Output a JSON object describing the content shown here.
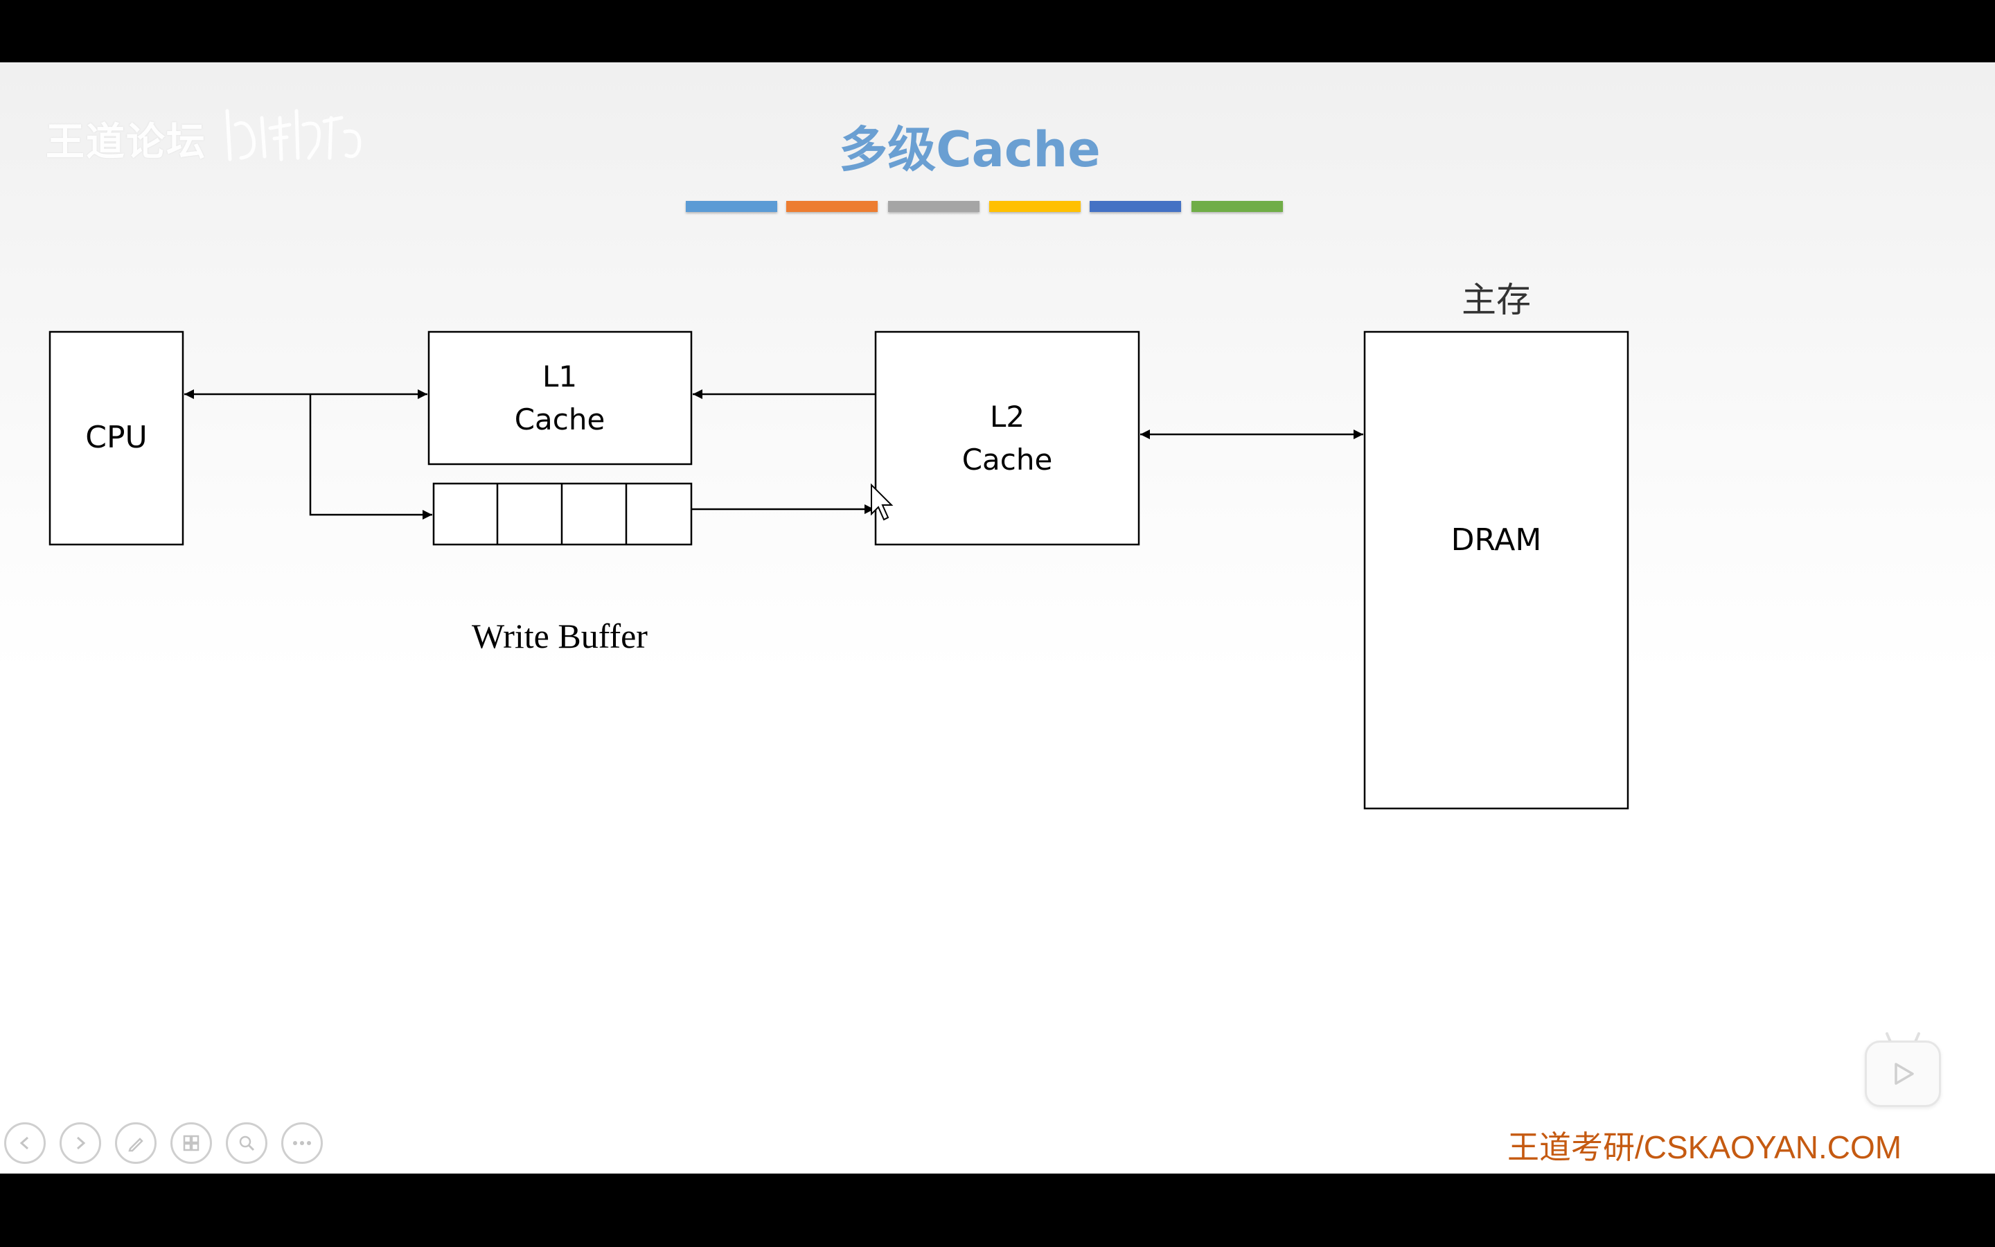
{
  "watermark": {
    "text": "王道论坛"
  },
  "title": "多级Cache",
  "title_bar_colors": [
    "#5b9bd5",
    "#ed7d31",
    "#a5a5a5",
    "#ffc000",
    "#4472c4",
    "#70ad47"
  ],
  "diagram": {
    "cpu": "CPU",
    "l1": {
      "line1": "L1",
      "line2": "Cache"
    },
    "l2": {
      "line1": "L2",
      "line2": "Cache"
    },
    "write_buffer": "Write Buffer",
    "main_memory_label": "主存",
    "dram": "DRAM"
  },
  "footer": "王道考研/CSKAOYAN.COM",
  "controls": [
    "back-icon",
    "forward-icon",
    "pen-icon",
    "slides-icon",
    "zoom-icon",
    "more-icon"
  ],
  "accent_colors": {
    "title": "#6a9fd2",
    "footer": "#c55a11"
  }
}
